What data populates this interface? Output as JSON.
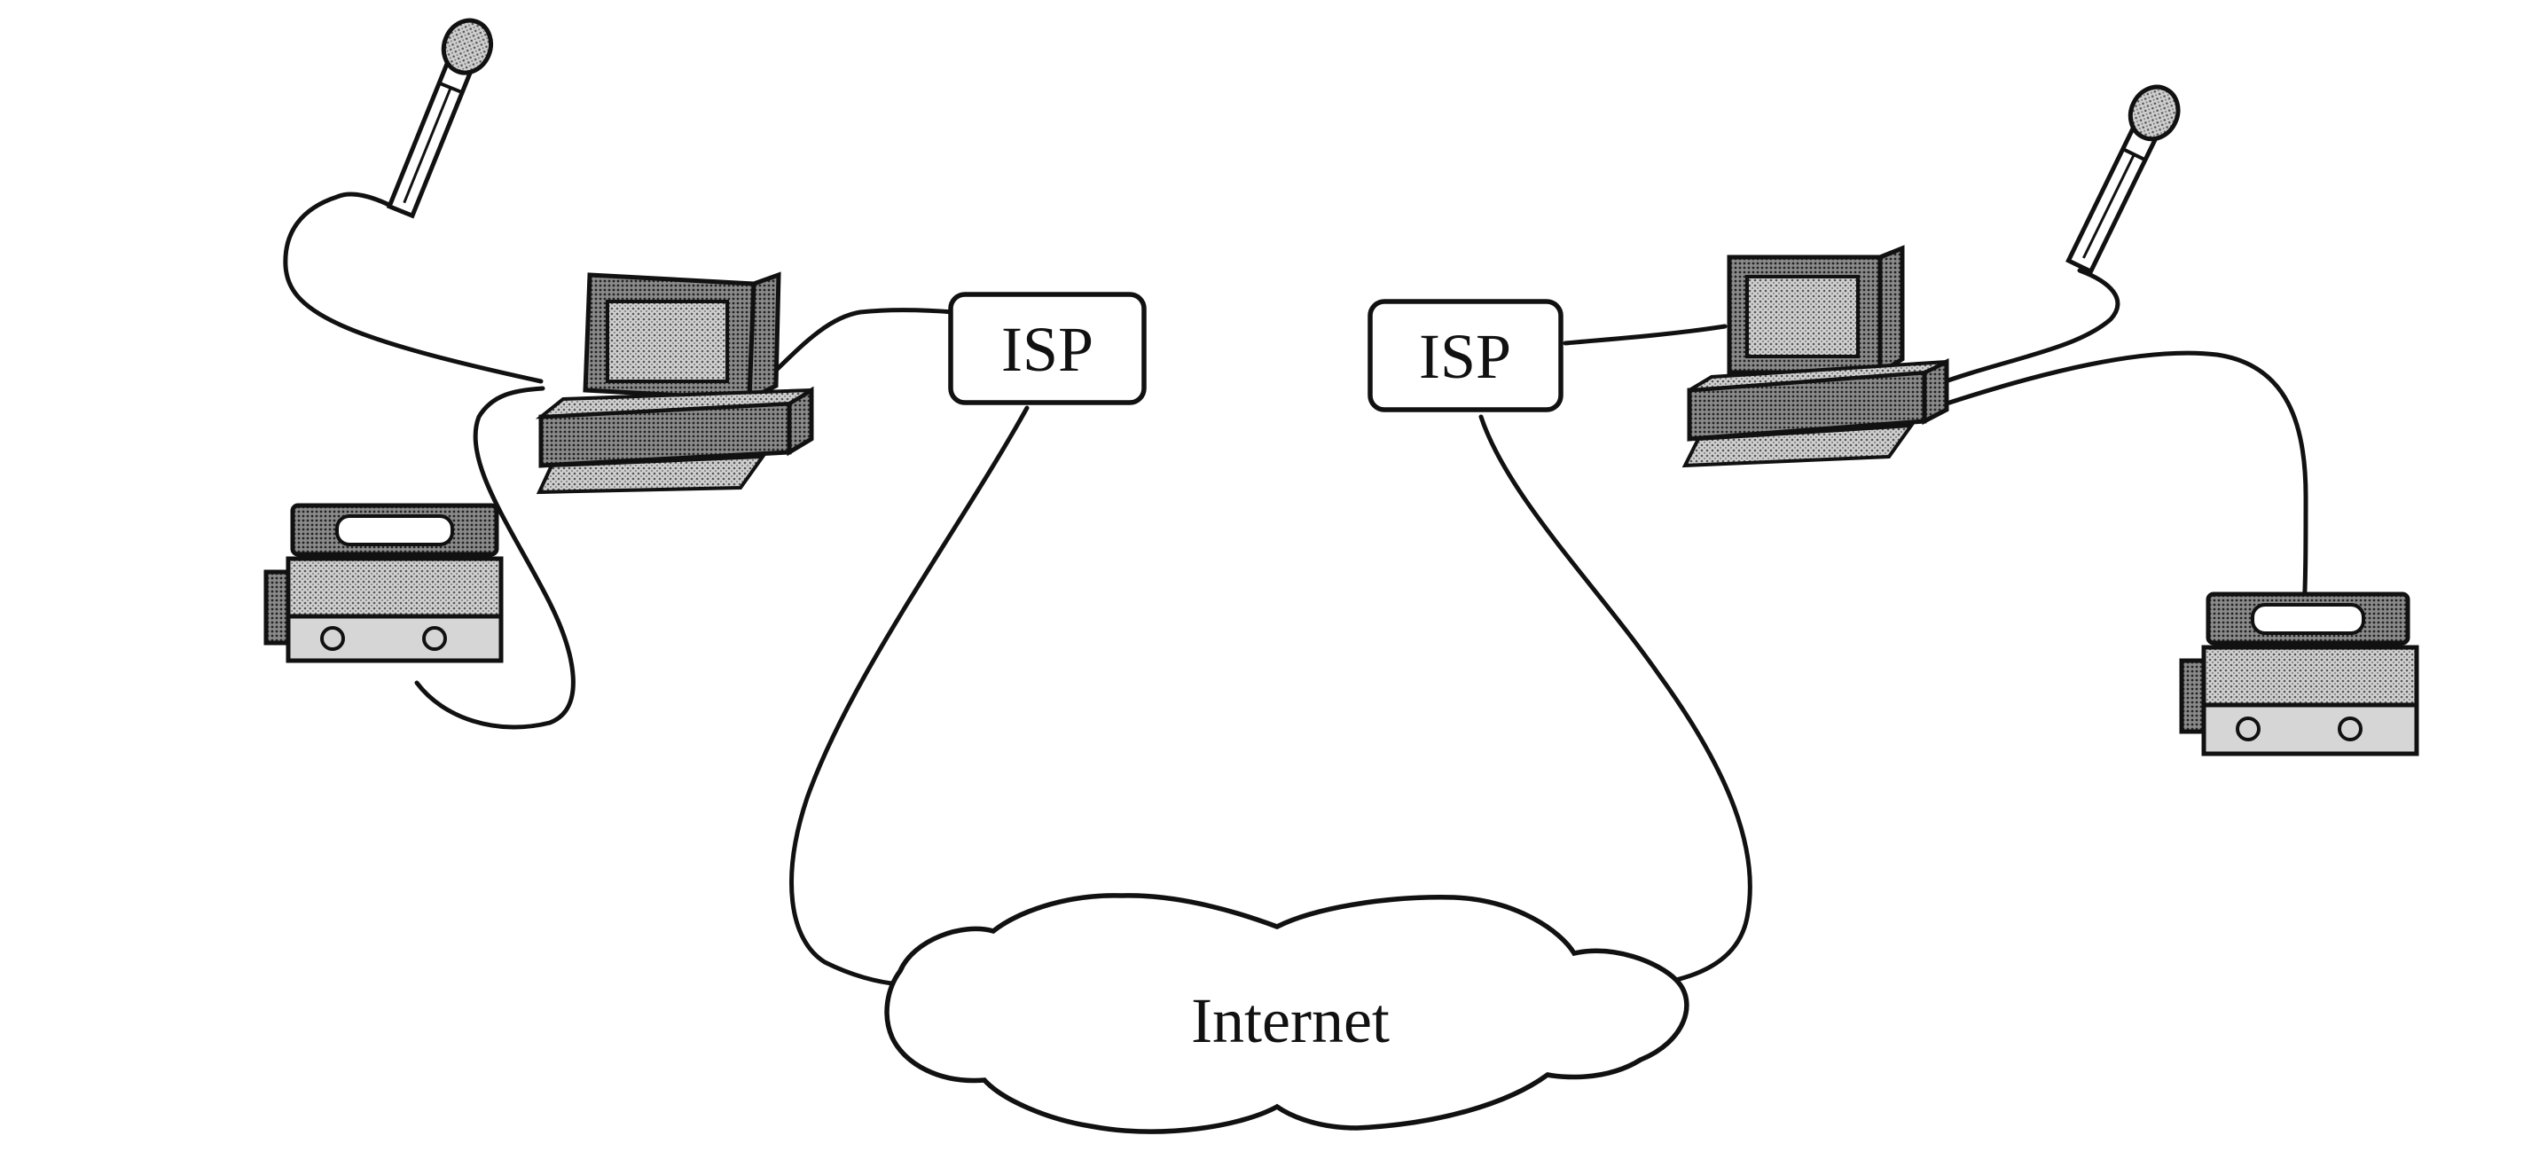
{
  "nodes": {
    "isp_left": {
      "label": "ISP"
    },
    "isp_right": {
      "label": "ISP"
    },
    "cloud": {
      "label": "Internet"
    }
  },
  "icons": [
    "microphone-icon",
    "computer-icon",
    "video-camera-icon"
  ],
  "colors": {
    "ink": "#111111",
    "screen_fill": "#d9d9d9",
    "device_fill": "#bdbdbd",
    "background": "#ffffff"
  }
}
